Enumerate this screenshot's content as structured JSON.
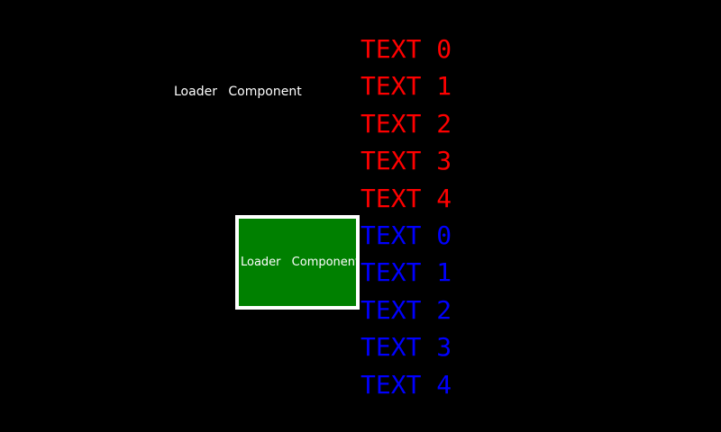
{
  "screen": {
    "background": "#000000"
  },
  "loader_label": {
    "text": "Loader Component",
    "color": "#ffffff"
  },
  "loader_box": {
    "text": "Loader Component",
    "fill": "#008000",
    "border_color": "#ffffff",
    "text_color": "#ffffff"
  },
  "text_list": {
    "red_color": "#ff0000",
    "blue_color": "#0000ff",
    "red_items": [
      "TEXT 0",
      "TEXT 1",
      "TEXT 2",
      "TEXT 3",
      "TEXT 4"
    ],
    "blue_items": [
      "TEXT 0",
      "TEXT 1",
      "TEXT 2",
      "TEXT 3",
      "TEXT 4"
    ]
  }
}
